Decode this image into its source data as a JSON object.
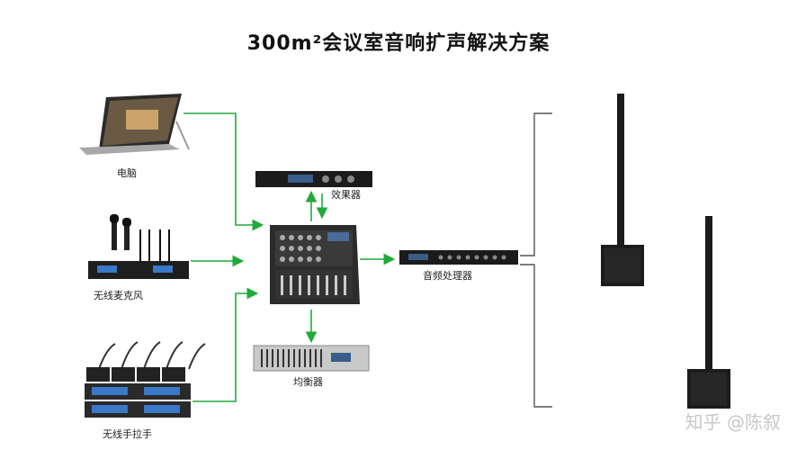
{
  "title": "300m²会议室音响扩声解决方案",
  "nodes": {
    "laptop": "电脑",
    "wireless_mic": "无线麦克风",
    "wireless_handheld": "无线手拉手",
    "effects": "效果器",
    "processor": "音频处理器",
    "equalizer": "均衡器"
  },
  "colors": {
    "arrow": "#1faa3a",
    "line": "#555555",
    "device": "#1b1b1b"
  },
  "watermark": "知乎 @陈叙"
}
